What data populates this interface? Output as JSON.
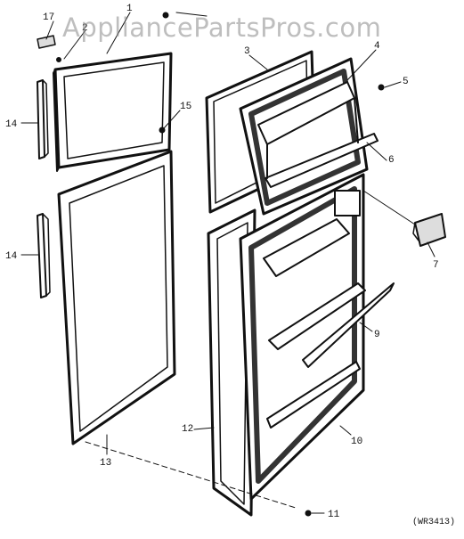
{
  "watermark": "AppliancePartsPros.com",
  "diagram_code": "(WR3413)",
  "callouts": [
    {
      "id": "c1",
      "label": "1"
    },
    {
      "id": "c2",
      "label": "2"
    },
    {
      "id": "c3",
      "label": "3"
    },
    {
      "id": "c4",
      "label": "4"
    },
    {
      "id": "c5",
      "label": "5"
    },
    {
      "id": "c6",
      "label": "6"
    },
    {
      "id": "c7",
      "label": "7"
    },
    {
      "id": "c9",
      "label": "9"
    },
    {
      "id": "c10",
      "label": "10"
    },
    {
      "id": "c11",
      "label": "11"
    },
    {
      "id": "c12",
      "label": "12"
    },
    {
      "id": "c13",
      "label": "13"
    },
    {
      "id": "c14a",
      "label": "14"
    },
    {
      "id": "c14b",
      "label": "14"
    },
    {
      "id": "c15",
      "label": "15"
    },
    {
      "id": "c17",
      "label": "17"
    }
  ]
}
